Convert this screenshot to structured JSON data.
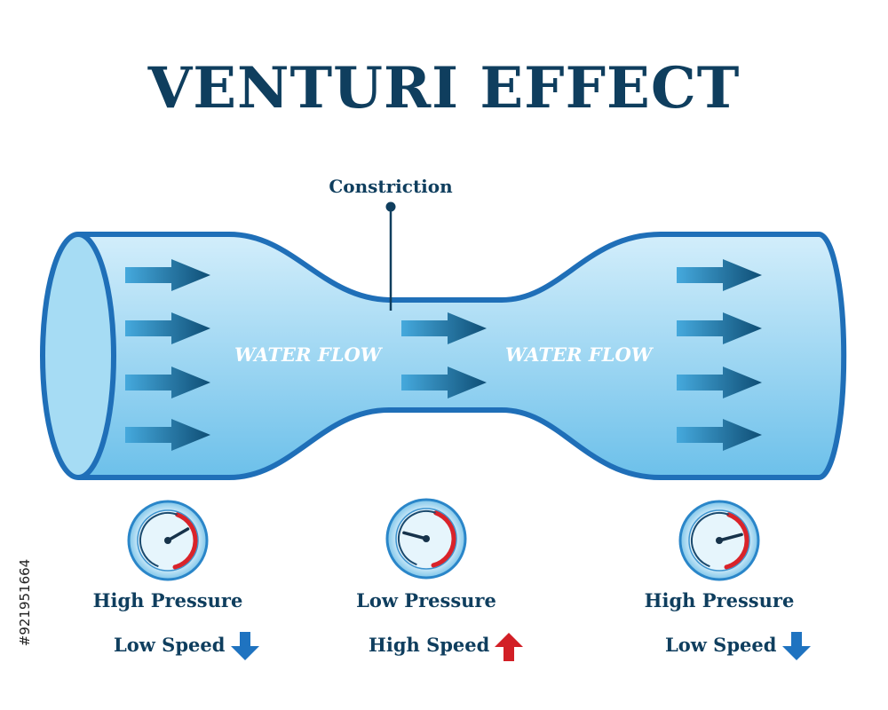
{
  "title": "VENTURI EFFECT",
  "constriction_label": "Constriction",
  "flow_labels": [
    "WATER FLOW",
    "WATER FLOW"
  ],
  "gauges": [
    {
      "pressure": "High Pressure",
      "speed": "Low Speed",
      "speed_arrow": "down"
    },
    {
      "pressure": "Low Pressure",
      "speed": "High Speed",
      "speed_arrow": "up"
    },
    {
      "pressure": "High Pressure",
      "speed": "Low Speed",
      "speed_arrow": "down"
    }
  ],
  "stamp": "#921951664",
  "colors": {
    "title": "#0f3e5e",
    "pipe_outline": "#1f6fb8",
    "pipe_fill": "#8fd0ef",
    "flow_arrow": "#1d5f86",
    "speed_down": "#1f73c0",
    "speed_up": "#d21f26",
    "gauge_red": "#d9232a"
  },
  "icons": [
    "flow-arrow-icon",
    "pressure-gauge-icon",
    "arrow-down-icon",
    "arrow-up-icon"
  ]
}
